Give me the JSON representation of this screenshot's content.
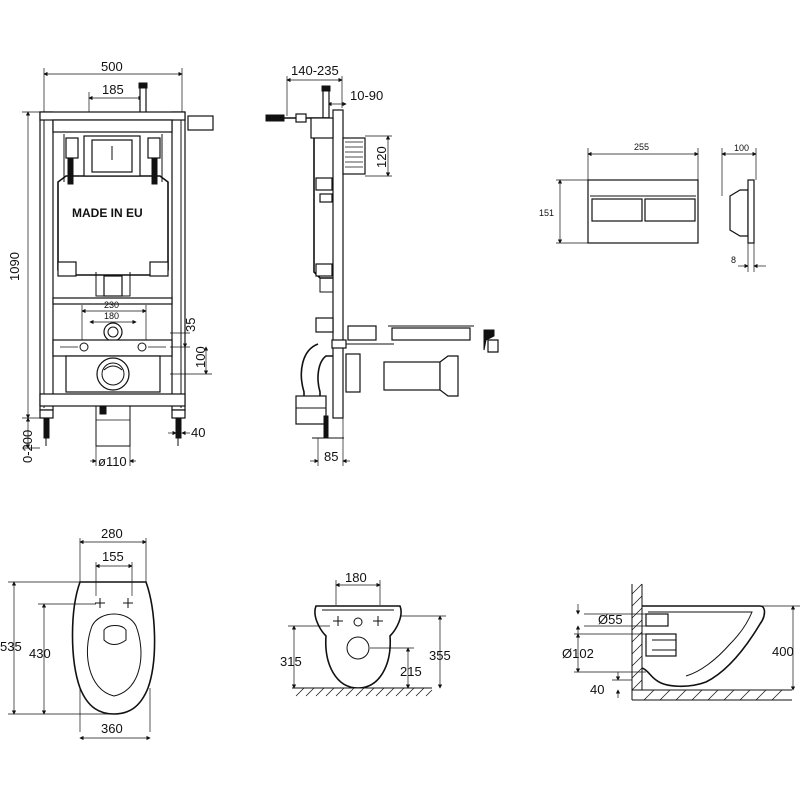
{
  "frame_front": {
    "label": "MADE IN EU",
    "dims": {
      "width": "500",
      "top_inner": "185",
      "height": "1090",
      "pipe_spacing": "230",
      "inner_spacing": "180",
      "d35": "35",
      "d100": "100",
      "leg": "0-200",
      "foot": "40",
      "pipe_dia": "ø110"
    }
  },
  "frame_side": {
    "dims": {
      "depth": "140-235",
      "offset": "10-90",
      "button_h": "120",
      "bottom": "85"
    }
  },
  "flush_plate": {
    "dims": {
      "width": "255",
      "height": "151",
      "depth": "100",
      "thick": "8"
    }
  },
  "bowl_top": {
    "dims": {
      "w280": "280",
      "w155": "155",
      "l535": "535",
      "l430": "430",
      "w360": "360"
    }
  },
  "bowl_back": {
    "dims": {
      "w180": "180",
      "h315": "315",
      "h215": "215",
      "h355": "355"
    }
  },
  "bowl_side": {
    "dims": {
      "d55": "Ø55",
      "d102": "Ø102",
      "h400": "400",
      "h40": "40"
    }
  }
}
